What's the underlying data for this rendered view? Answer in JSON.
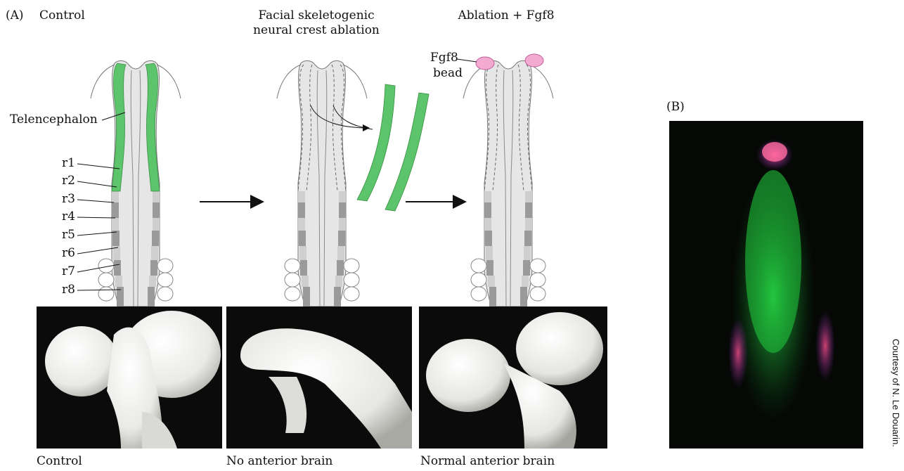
{
  "panel_a_label": "(A)",
  "panel_b_label": "(B)",
  "headers": {
    "control": "Control",
    "ablation_line1": "Facial skeletogenic",
    "ablation_line2": "neural crest ablation",
    "ablation_fgf8": "Ablation + Fgf8"
  },
  "labels": {
    "telencephalon": "Telencephalon",
    "bead_line1": "Fgf8",
    "bead_line2": "bead",
    "rhombomeres": [
      "r1",
      "r2",
      "r3",
      "r4",
      "r5",
      "r6",
      "r7",
      "r8"
    ]
  },
  "captions": {
    "control": "Control",
    "no_anterior": "No anterior brain",
    "normal_anterior": "Normal anterior brain"
  },
  "credit": "Courtesy of N. Le Douarin.",
  "colors": {
    "neural_crest_green": "#5cc46a",
    "bead_pink": "#f4a9d0",
    "rhombomere_dark": "#9a9a9a",
    "rhombomere_light": "#cfcfcf"
  }
}
